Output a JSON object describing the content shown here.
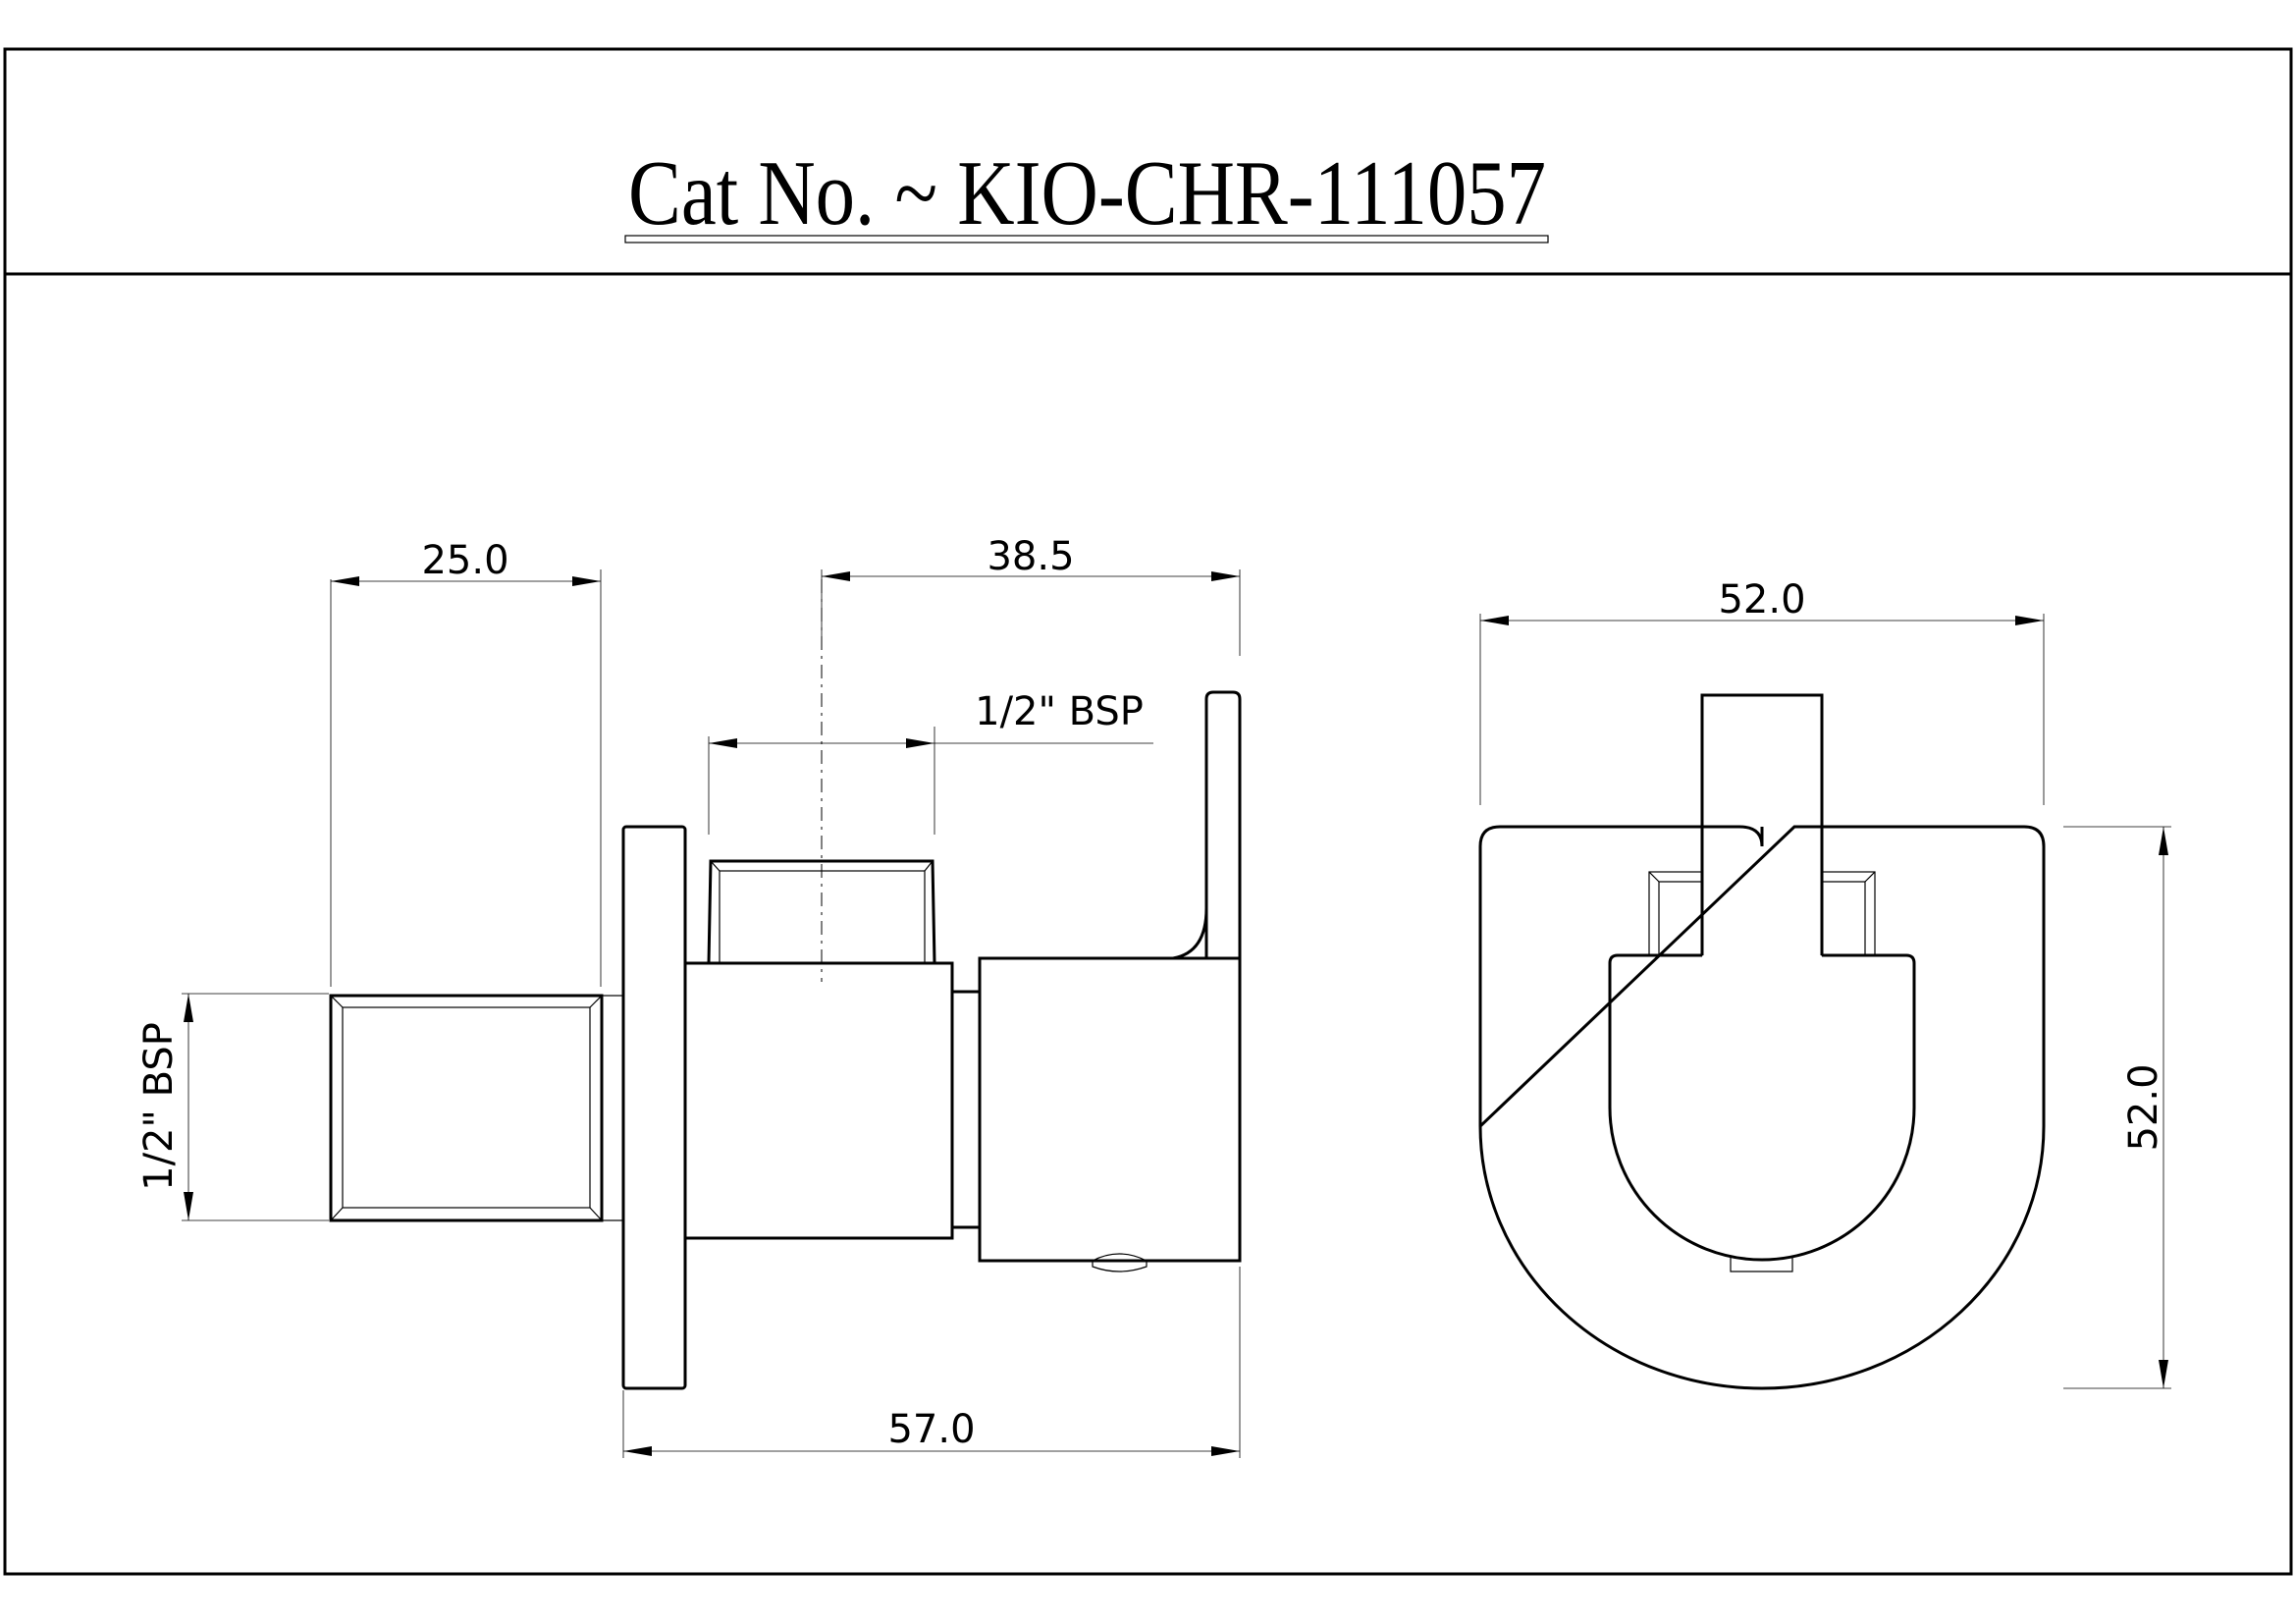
{
  "title": "Cat No. ~ KIO-CHR-111057",
  "dimensions": {
    "top_left": "25.0",
    "top_mid": "38.5",
    "inlet": "1/2\" BSP",
    "side_thread": "1/2\" BSP",
    "bottom": "57.0",
    "front_width": "52.0",
    "front_height": "52.0"
  },
  "colors": {
    "line": "#000000",
    "background": "#ffffff"
  }
}
